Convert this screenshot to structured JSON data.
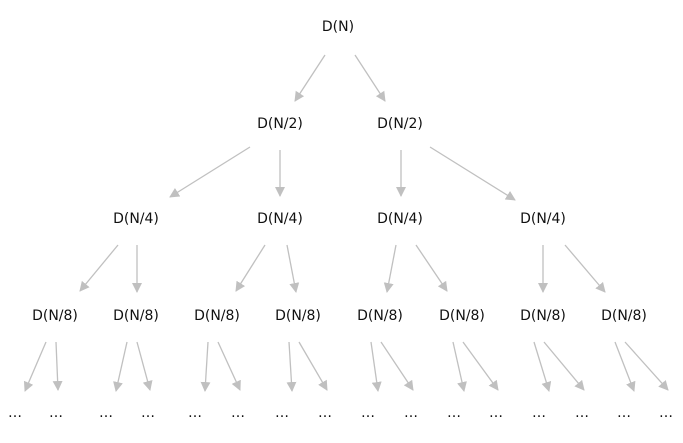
{
  "title": "Recursion tree of D(N)",
  "edge_color": "#c0c0c0",
  "levels": [
    [
      "D(N)"
    ],
    [
      "D(N/2)",
      "D(N/2)"
    ],
    [
      "D(N/4)",
      "D(N/4)",
      "D(N/4)",
      "D(N/4)"
    ],
    [
      "D(N/8)",
      "D(N/8)",
      "D(N/8)",
      "D(N/8)",
      "D(N/8)",
      "D(N/8)",
      "D(N/8)",
      "D(N/8)"
    ],
    [
      "…",
      "…",
      "…",
      "…",
      "…",
      "…",
      "…",
      "…",
      "…",
      "…",
      "…",
      "…",
      "…",
      "…",
      "…",
      "…"
    ]
  ]
}
